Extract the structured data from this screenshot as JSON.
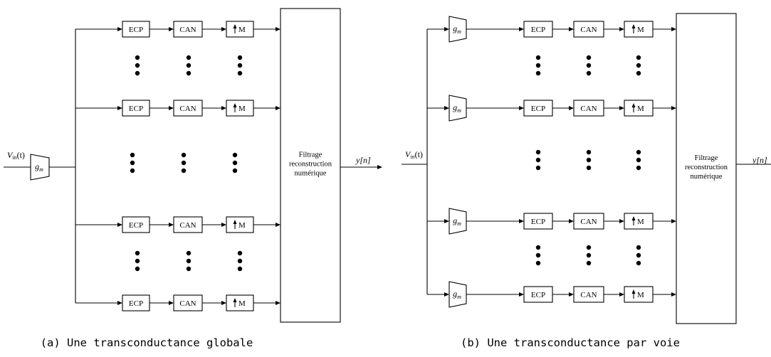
{
  "blocks": {
    "ecp": "ECP",
    "can": "CAN",
    "upsample": "M",
    "gain": "g",
    "gain_sub": "m"
  },
  "signals": {
    "input": "V",
    "input_sub": "in",
    "input_arg": "(t)",
    "output": "y[n]"
  },
  "reconstruction": [
    "Filtrage",
    "reconstruction",
    "numérique"
  ],
  "captions": {
    "a": "(a) Une transconductance globale",
    "b": "(b) Une transconductance par voie"
  }
}
